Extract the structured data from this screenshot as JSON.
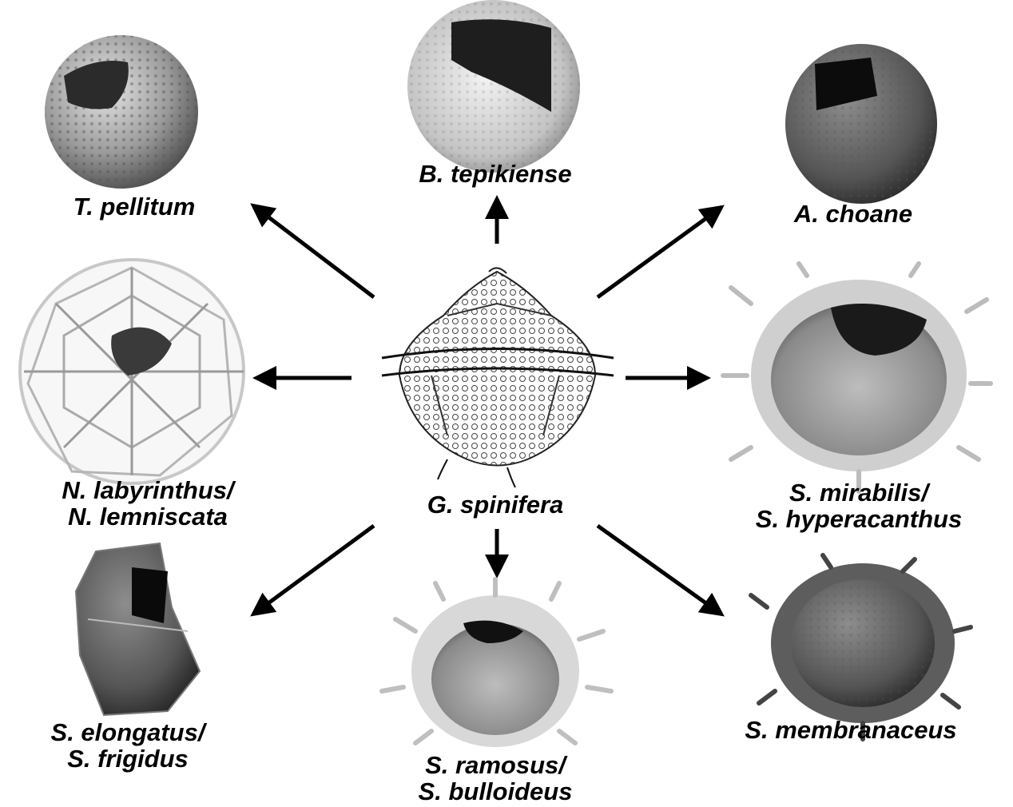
{
  "center": {
    "label": "G. spinifera"
  },
  "species": {
    "t_pellitum": "T. pellitum",
    "b_tepikiense": "B. tepikiense",
    "a_choane": "A. choane",
    "n_labyrinthus": [
      "N. labyrinthus/",
      "N. lemniscata"
    ],
    "s_mirabilis": [
      "S. mirabilis/",
      "S. hyperacanthus"
    ],
    "s_elongatus": [
      "S. elongatus/",
      "S. frigidus"
    ],
    "s_ramosus": [
      "S. ramosus/",
      "S. bulloideus"
    ],
    "s_membranaceus": "S. membranaceus"
  },
  "colors": {
    "arrow": "#000000",
    "text": "#000000",
    "background": "#ffffff"
  }
}
